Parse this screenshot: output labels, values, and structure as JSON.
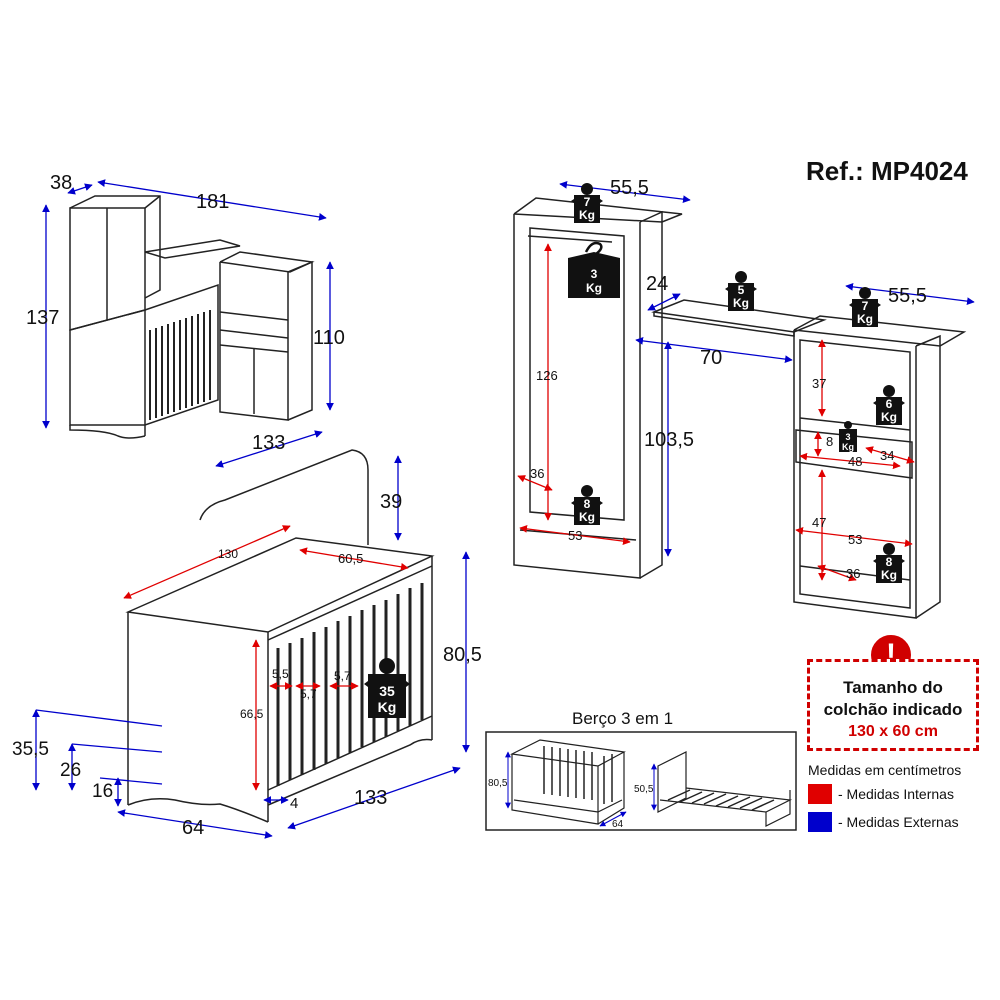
{
  "reference": "Ref.: MP4024",
  "colors": {
    "internal": "#e00000",
    "external": "#0000cc",
    "warning": "#d00000",
    "weight_tag": "#111111"
  },
  "set_view_dims": {
    "depth": "38",
    "width": "181",
    "height_wardrobe": "137",
    "height_dresser": "110",
    "dresser_width": "133"
  },
  "crib_view_dims": {
    "inner_length": "130",
    "inner_width": "60,5",
    "headboard_height": "39",
    "total_height": "80,5",
    "inner_height": "66,5",
    "slat_gap_a": "5,5",
    "slat_gap_b": "5,7",
    "slat_gap_c": "5,7",
    "bed_level_high": "35,5",
    "bed_level_mid": "26",
    "bed_level_low": "16",
    "depth": "64",
    "length": "133",
    "side_offset": "4",
    "weight": "35"
  },
  "wardrobe_dims": {
    "width": "55,5",
    "height": "103,5",
    "inner_height": "126",
    "inner_width": "53",
    "inner_depth": "36"
  },
  "shelf_dims": {
    "depth": "24",
    "length": "70"
  },
  "dresser_dims": {
    "width": "55,5",
    "upper_niche": "37",
    "drawer_height": "8",
    "drawer_width": "48",
    "drawer_depth": "34",
    "lower_niche": "47",
    "inner_width": "53",
    "inner_depth": "36"
  },
  "weights": {
    "wardrobe_top": {
      "num": "7",
      "unit": "Kg"
    },
    "hanger": {
      "num": "3",
      "unit": "Kg"
    },
    "wardrobe_floor": {
      "num": "8",
      "unit": "Kg"
    },
    "shelf": {
      "num": "5",
      "unit": "Kg"
    },
    "dresser_top": {
      "num": "7",
      "unit": "Kg"
    },
    "dresser_shelf": {
      "num": "6",
      "unit": "Kg"
    },
    "drawer": {
      "num": "3",
      "unit": "Kg"
    },
    "dresser_floor": {
      "num": "8",
      "unit": "Kg"
    }
  },
  "warning": {
    "line1": "Tamanho do",
    "line2": "colchão indicado",
    "line3": "130 x 60 cm",
    "icon": "exclamation-icon"
  },
  "legend": {
    "title": "Medidas em centímetros",
    "internal_label": "- Medidas Internas",
    "external_label": "- Medidas Externas"
  },
  "crib_modes": {
    "title": "Berço 3 em 1",
    "crib_height": "80,5",
    "crib_depth": "64",
    "bed_height": "50,5"
  }
}
